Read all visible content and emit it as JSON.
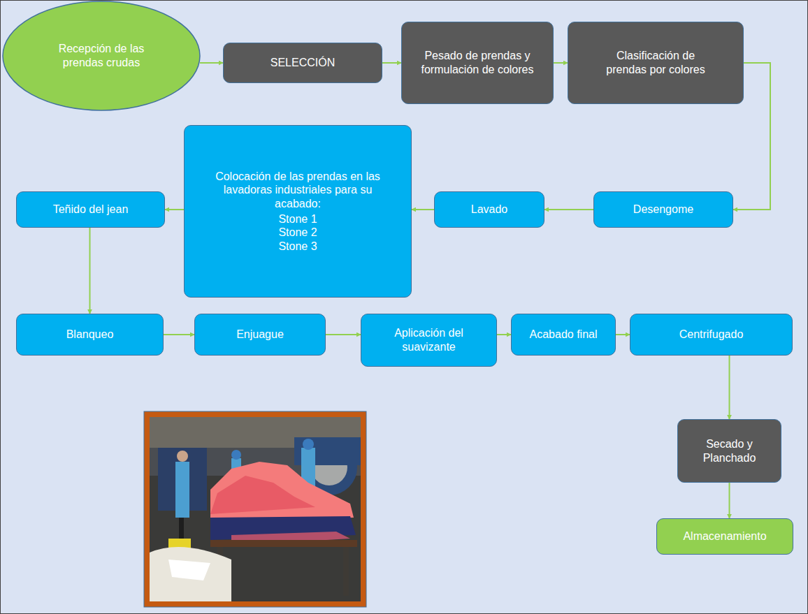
{
  "diagram": {
    "nodes": [
      {
        "text": [
          "Recepción de las prendas crudas"
        ]
      },
      {
        "text": [
          "SELECCIÓN"
        ]
      },
      {
        "text": [
          "Pesado de prendas y formulación de colores"
        ]
      },
      {
        "text": [
          "Clasificación de prendas por colores"
        ]
      },
      {
        "text": [
          "Teñido del jean"
        ]
      },
      {
        "text": [
          "Colocación de las prendas en las lavadoras industriales para su acabado:",
          "Stone 1 Stone 2 Stone 3"
        ]
      },
      {
        "text": [
          "Lavado"
        ]
      },
      {
        "text": [
          "Desengome"
        ]
      },
      {
        "text": [
          "Blanqueo"
        ]
      },
      {
        "text": [
          "Enjuague"
        ]
      },
      {
        "text": [
          "Aplicación del suavizante"
        ]
      },
      {
        "text": [
          "Acabado final"
        ]
      },
      {
        "text": [
          "Centrifugado"
        ]
      },
      {
        "text": [
          "Secado y Planchado"
        ]
      },
      {
        "text": [
          "Almacenamiento"
        ]
      }
    ],
    "edges": [
      {
        "from": 0,
        "to": 1,
        "arrow": "to"
      },
      {
        "from": 1,
        "to": 2,
        "arrow": "to"
      },
      {
        "from": 2,
        "to": 3,
        "arrow": "to"
      },
      {
        "from": 3,
        "to": 7,
        "arrow": "to"
      },
      {
        "from": 7,
        "to": 6,
        "arrow": "to"
      },
      {
        "from": 6,
        "to": 5,
        "arrow": "to"
      },
      {
        "from": 5,
        "to": 4,
        "arrow": "to"
      },
      {
        "from": 4,
        "to": 8,
        "arrow": "to"
      },
      {
        "from": 8,
        "to": 9,
        "arrow": "to"
      },
      {
        "from": 9,
        "to": 10,
        "arrow": "to"
      },
      {
        "from": 10,
        "to": 11,
        "arrow": "to"
      },
      {
        "from": 11,
        "to": 12,
        "arrow": "to"
      },
      {
        "from": 12,
        "to": 13,
        "arrow": "to"
      },
      {
        "from": 13,
        "to": 14,
        "arrow": "to"
      }
    ]
  }
}
